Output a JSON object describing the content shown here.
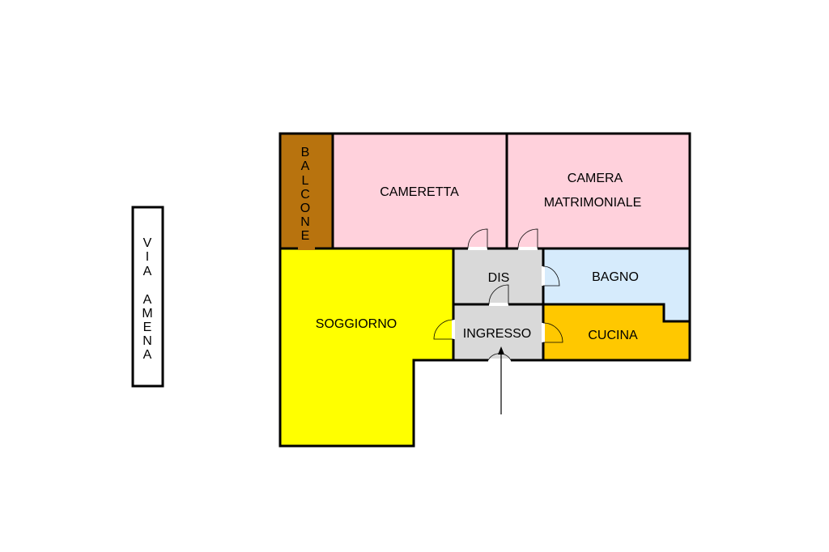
{
  "street": {
    "letters": [
      "V",
      "I",
      "A",
      "",
      "A",
      "M",
      "E",
      "N",
      "A"
    ]
  },
  "rooms": {
    "balcone": {
      "letters": [
        "B",
        "A",
        "L",
        "C",
        "O",
        "N",
        "E"
      ],
      "color": "#b8730e"
    },
    "cameretta": {
      "label": "CAMERETTA",
      "color": "#ffd1dc"
    },
    "camera_matrimoniale": {
      "line1": "CAMERA",
      "line2": "MATRIMONIALE",
      "color": "#ffd1dc"
    },
    "soggiorno": {
      "label": "SOGGIORNO",
      "color": "#ffff00"
    },
    "dis": {
      "label": "DIS",
      "color": "#d9d9d9"
    },
    "ingresso": {
      "label": "INGRESSO",
      "color": "#d9d9d9"
    },
    "bagno": {
      "label": "BAGNO",
      "color": "#d6ebfc"
    },
    "cucina": {
      "label": "CUCINA",
      "color": "#ffc800"
    }
  }
}
